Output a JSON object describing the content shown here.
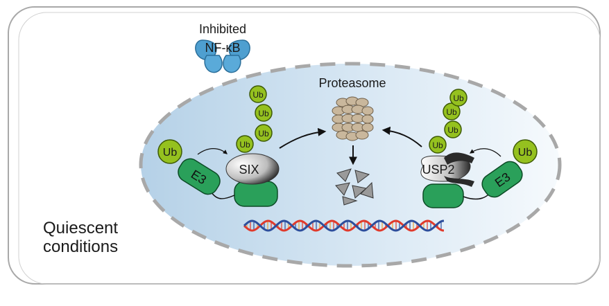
{
  "labels": {
    "nfkb_top": "Inhibited",
    "nfkb_bottom": "NF-κB",
    "proteasome": "Proteasome",
    "six": "SIX",
    "usp2": "USP2",
    "e3_left": "E3",
    "e3_right": "E3",
    "condition_line1": "Quiescent",
    "condition_line2": "conditions",
    "ub": "Ub"
  },
  "colors": {
    "frame_stroke": "#a8a8a8",
    "nucleus_fill_left": "#bcd6ea",
    "nucleus_fill_right": "#f4f9fd",
    "nucleus_stroke": "#a8a8a8",
    "ub_fill": "#95c11f",
    "ub_stroke": "#3d5a06",
    "e3_fill": "#2aa05a",
    "e3_stroke": "#0c4a25",
    "nfkb_fill": "#4e9fd0",
    "nfkb_stroke": "#2a6e99",
    "proteasome_fill": "#c9b79c",
    "proteasome_stroke": "#6e5e48",
    "dna_red": "#e03a2c",
    "dna_blue": "#2d4e9c",
    "dna_orange": "#f0a035"
  }
}
